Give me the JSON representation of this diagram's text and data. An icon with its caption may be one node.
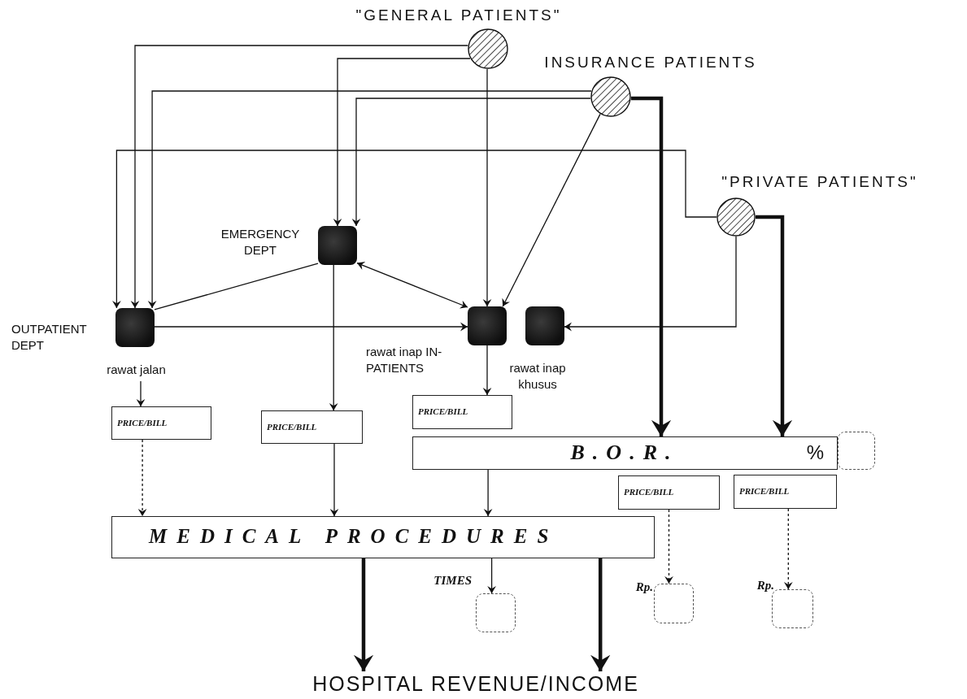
{
  "diagram": {
    "nodes": [
      {
        "text": [
          "\"GENERAL PATIENTS\""
        ]
      },
      {
        "text": [
          "INSURANCE PATIENTS"
        ]
      },
      {
        "text": [
          "\"PRIVATE PATIENTS\""
        ]
      },
      {
        "text": [
          "EMERGENCY DEPT"
        ]
      },
      {
        "text": [
          "OUTPATIENT DEPT",
          "rawat jalan"
        ]
      },
      {
        "text": [
          "rawat inap IN-PATIENTS"
        ]
      },
      {
        "text": [
          "rawat inap khusus"
        ]
      },
      {
        "text": [
          "PRICE/BILL"
        ]
      },
      {
        "text": [
          "PRICE/BILL"
        ]
      },
      {
        "text": [
          "PRICE/BILL"
        ]
      },
      {
        "text": [
          "B.O.R.",
          "%"
        ]
      },
      {
        "text": [],
        "shape": "box"
      },
      {
        "text": [
          "PRICE/BILL"
        ]
      },
      {
        "text": [
          "PRICE/BILL"
        ]
      },
      {
        "text": [
          "MEDICAL PROCEDURES"
        ]
      },
      {
        "text": [],
        "shape": "box",
        "beside": [
          "TIMES"
        ]
      },
      {
        "text": [],
        "shape": "box",
        "beside": [
          "Rp."
        ]
      },
      {
        "text": [],
        "shape": "box",
        "beside": [
          "Rp."
        ]
      },
      {
        "text": [
          "HOSPITAL REVENUE/INCOME"
        ]
      }
    ],
    "edges": [
      {
        "from": 0,
        "to": 4,
        "arrow": "to"
      },
      {
        "from": 0,
        "to": 3,
        "arrow": "to"
      },
      {
        "from": 1,
        "to": 4,
        "arrow": "to"
      },
      {
        "from": 1,
        "to": 3,
        "arrow": "to"
      },
      {
        "from": 2,
        "to": 4,
        "arrow": "to"
      },
      {
        "from": 0,
        "to": 5,
        "arrow": "to"
      },
      {
        "from": 1,
        "to": 5,
        "arrow": "to"
      },
      {
        "from": 1,
        "to": 10,
        "arrow": "to",
        "style": "thick"
      },
      {
        "from": 2,
        "to": 10,
        "arrow": "to",
        "style": "thick"
      },
      {
        "from": 2,
        "to": 6,
        "arrow": "to"
      },
      {
        "from": 4,
        "to": 3,
        "arrow": "none"
      },
      {
        "from": 3,
        "to": 5,
        "arrow": "both"
      },
      {
        "from": 4,
        "to": 5,
        "arrow": "to"
      },
      {
        "from": 3,
        "to": 8,
        "arrow": "to"
      },
      {
        "from": 4,
        "to": 7,
        "arrow": "to"
      },
      {
        "from": 5,
        "to": 9,
        "arrow": "to"
      },
      {
        "from": 7,
        "to": 14,
        "arrow": "to",
        "style": "dashed"
      },
      {
        "from": 8,
        "to": 14,
        "arrow": "to"
      },
      {
        "from": 10,
        "to": 14,
        "arrow": "to"
      },
      {
        "from": 12,
        "to": 16,
        "arrow": "to",
        "style": "dashed"
      },
      {
        "from": 13,
        "to": 17,
        "arrow": "to",
        "style": "dashed"
      },
      {
        "from": 14,
        "to": 15,
        "arrow": "to"
      },
      {
        "from": 14,
        "to": 18,
        "arrow": "to",
        "style": "thick"
      },
      {
        "from": 14,
        "to": 18,
        "arrow": "to",
        "style": "thick"
      }
    ]
  }
}
